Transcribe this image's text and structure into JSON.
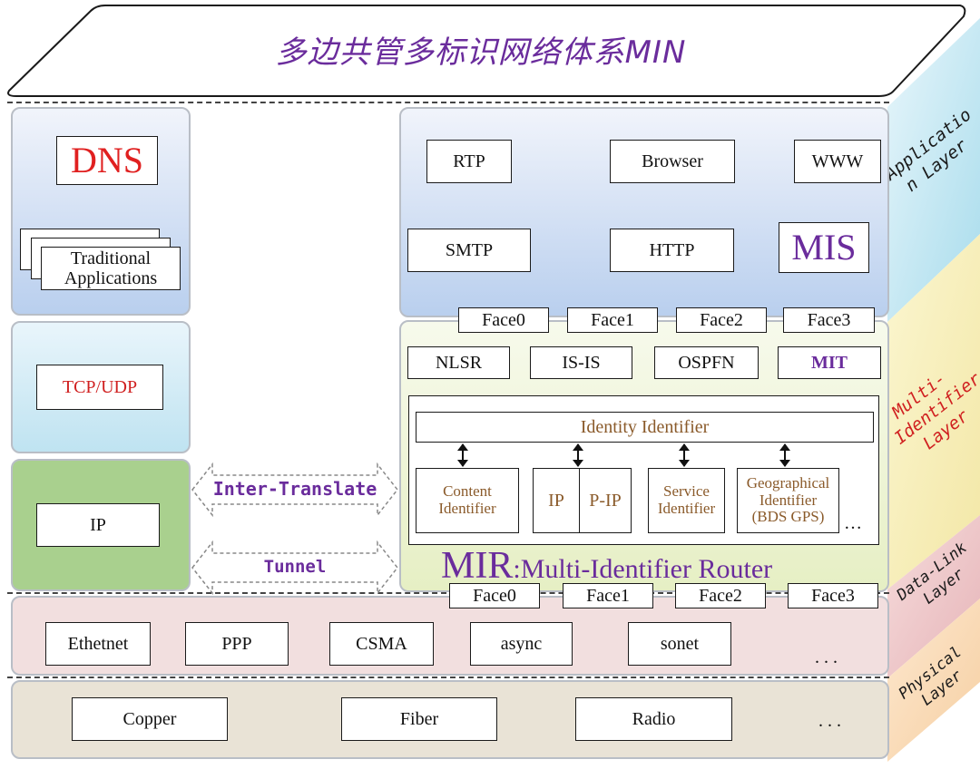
{
  "title": "多边共管多标识网络体系MIN",
  "layers": {
    "application": "Applicatio\nn Layer",
    "multi_identifier": "Multi-\nIdentifier\nLayer",
    "data_link": "Data-Link\nLayer",
    "physical": "Physical\nLayer"
  },
  "left": {
    "dns": "DNS",
    "traditional_apps": "Traditional\nApplications",
    "tcp_udp": "TCP/UDP",
    "ip": "IP"
  },
  "middle": {
    "inter_translate": "Inter-Translate",
    "tunnel": "Tunnel"
  },
  "app": {
    "rtp": "RTP",
    "browser": "Browser",
    "www": "WWW",
    "smtp": "SMTP",
    "http": "HTTP",
    "mis": "MIS"
  },
  "faces_top": [
    "Face0",
    "Face1",
    "Face2",
    "Face3"
  ],
  "routing": [
    "NLSR",
    "IS-IS",
    "OSPFN",
    "MIT"
  ],
  "identity_identifier": "Identity  Identifier",
  "identifiers": {
    "content": "Content\nIdentifier",
    "ip": "IP",
    "pip": "P-IP",
    "service": "Service\nIdentifier",
    "geo": "Geographical\nIdentifier\n(BDS  GPS)",
    "ellipsis": "…"
  },
  "mir": {
    "prefix": "MIR",
    "suffix": ":Multi-Identifier Router"
  },
  "faces_bottom": [
    "Face0",
    "Face1",
    "Face2",
    "Face3"
  ],
  "datalink": [
    "Ethetnet",
    "PPP",
    "CSMA",
    "async",
    "sonet"
  ],
  "datalink_ellipsis": ". . .",
  "physical": [
    "Copper",
    "Fiber",
    "Radio"
  ],
  "physical_ellipsis": ". . .",
  "colors": {
    "title": "#6a2c9c",
    "dns": "#e02020",
    "tcp": "#d02020",
    "mis": "#6a2c9c",
    "identifier": "#8a5a2a",
    "layer_label": "#d02020",
    "translate": "#6a2c9c"
  }
}
